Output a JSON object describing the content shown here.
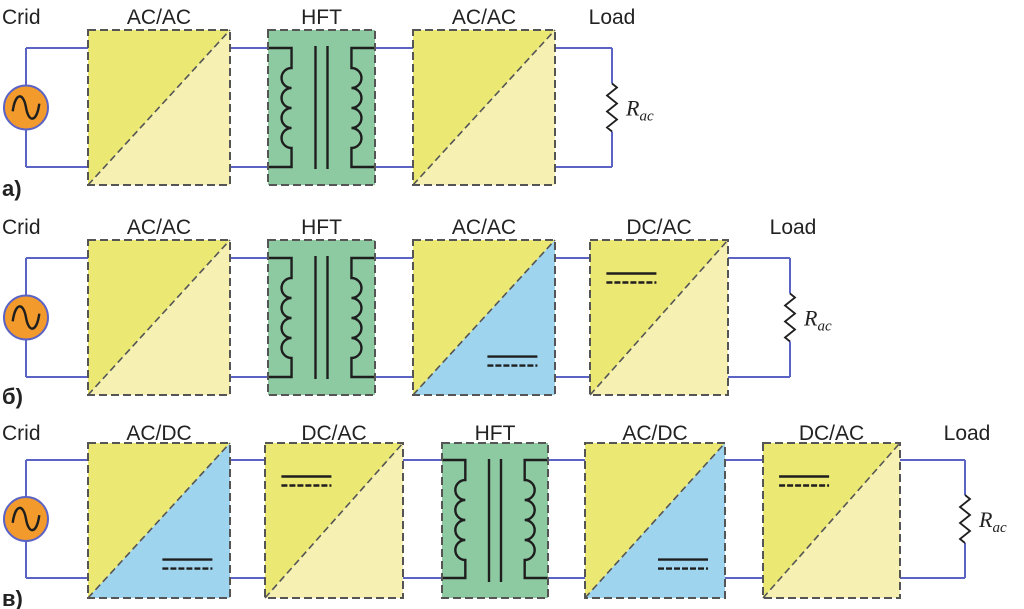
{
  "colors": {
    "wire": "#5b63c4",
    "yellow": "#ebe874",
    "light_yellow": "#f6f1b2",
    "blue": "#9fd4ee",
    "green": "#8dcaa2",
    "source": "#f29b2c",
    "dash": "#555555",
    "symbol": "#1e1e1e"
  },
  "rows": [
    {
      "row_label": "а)",
      "source_label": "Crid",
      "load_label": "Load",
      "resistor": {
        "symbol": "R",
        "subscript": "ac"
      },
      "blocks": [
        {
          "label": "AC/AC",
          "type": "acac"
        },
        {
          "label": "HFT",
          "type": "hft"
        },
        {
          "label": "AC/AC",
          "type": "acac"
        }
      ]
    },
    {
      "row_label": "б)",
      "source_label": "Crid",
      "load_label": "Load",
      "resistor": {
        "symbol": "R",
        "subscript": "ac"
      },
      "blocks": [
        {
          "label": "AC/AC",
          "type": "acac"
        },
        {
          "label": "HFT",
          "type": "hft"
        },
        {
          "label": "AC/AC",
          "type": "acdc"
        },
        {
          "label": "DC/AC",
          "type": "dcac"
        }
      ]
    },
    {
      "row_label": "в)",
      "source_label": "Crid",
      "load_label": "Load",
      "resistor": {
        "symbol": "R",
        "subscript": "ac"
      },
      "blocks": [
        {
          "label": "AC/DC",
          "type": "acdc"
        },
        {
          "label": "DC/AC",
          "type": "dcac"
        },
        {
          "label": "HFT",
          "type": "hft"
        },
        {
          "label": "AC/DC",
          "type": "acdc"
        },
        {
          "label": "DC/AC",
          "type": "dcac"
        }
      ]
    }
  ]
}
